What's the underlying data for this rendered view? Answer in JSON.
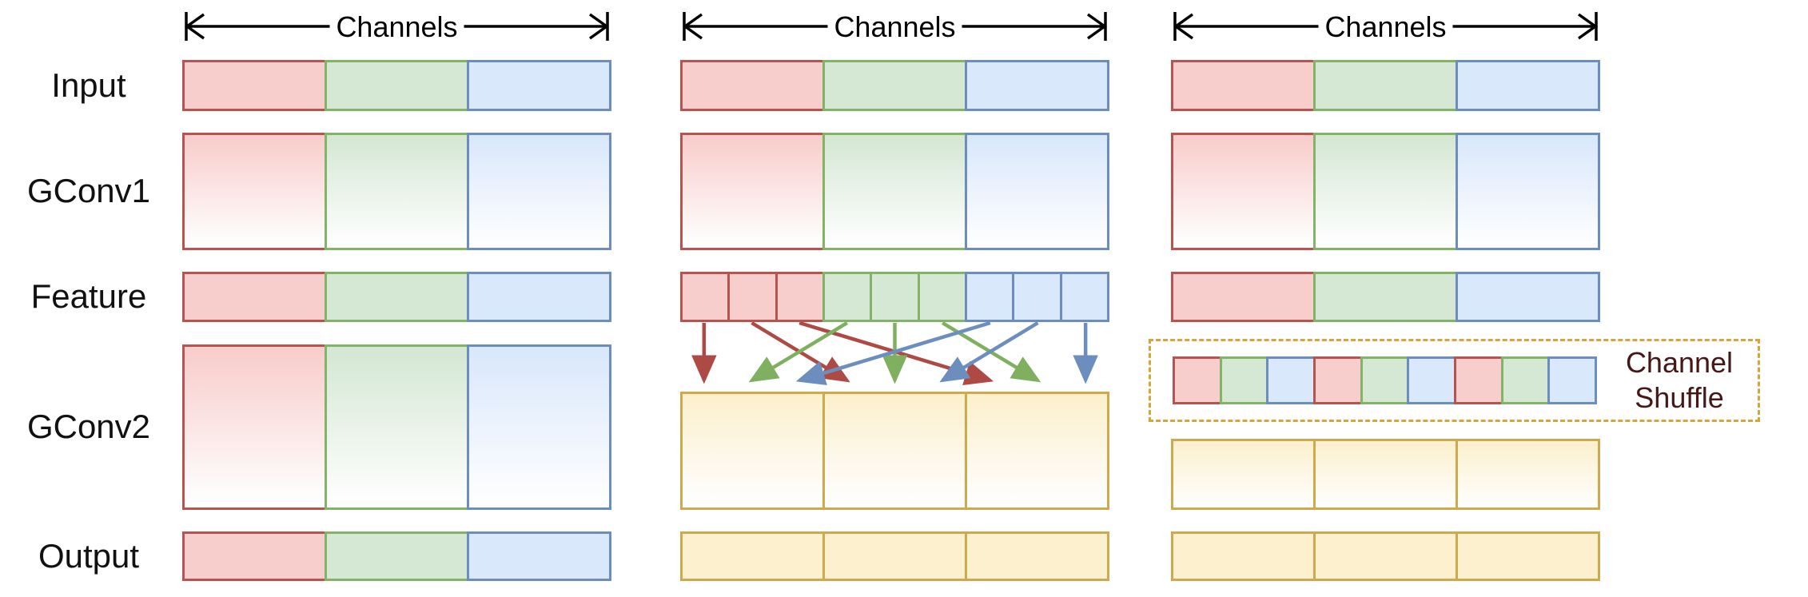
{
  "figure": {
    "row_labels": [
      {
        "label": "Input"
      },
      {
        "label": "GConv1"
      },
      {
        "label": "Feature"
      },
      {
        "label": "GConv2"
      },
      {
        "label": "Output"
      }
    ],
    "channel_shuffle": {
      "line1": "Channel",
      "line2": "Shuffle"
    }
  },
  "panels": [
    {
      "id": "panel-grouped-conv",
      "channels_label": "Channels",
      "rows": {
        "input": [
          "red",
          "green",
          "blue"
        ],
        "gconv1": [
          "red",
          "green",
          "blue"
        ],
        "feature": [
          "red",
          "green",
          "blue"
        ],
        "gconv2": [
          "red",
          "green",
          "blue"
        ],
        "output": [
          "red",
          "green",
          "blue"
        ]
      }
    },
    {
      "id": "panel-shuffle-arrows",
      "channels_label": "Channels",
      "rows": {
        "input": [
          "red",
          "green",
          "blue"
        ],
        "gconv1": [
          "red",
          "green",
          "blue"
        ],
        "feature": [
          "red",
          "red",
          "red",
          "green",
          "green",
          "green",
          "blue",
          "blue",
          "blue"
        ],
        "gconv2": [
          "yellow",
          "yellow",
          "yellow"
        ],
        "output": [
          "yellow",
          "yellow",
          "yellow"
        ]
      },
      "arrows": {
        "mapping": [
          0,
          3,
          6,
          1,
          4,
          7,
          2,
          5,
          8
        ],
        "source_groups": [
          "red",
          "red",
          "red",
          "green",
          "green",
          "green",
          "blue",
          "blue",
          "blue"
        ]
      }
    },
    {
      "id": "panel-channel-shuffle",
      "channels_label": "Channels",
      "rows": {
        "input": [
          "red",
          "green",
          "blue"
        ],
        "gconv1": [
          "red",
          "green",
          "blue"
        ],
        "feature": [
          "red",
          "green",
          "blue"
        ],
        "shuffled": [
          "red",
          "green",
          "blue",
          "red",
          "green",
          "blue",
          "red",
          "green",
          "blue"
        ],
        "gconv2": [
          "yellow",
          "yellow",
          "yellow"
        ],
        "output": [
          "yellow",
          "yellow",
          "yellow"
        ]
      }
    }
  ],
  "colors": {
    "red_fill": "#F8CECC",
    "red_stroke": "#B85450",
    "green_fill": "#D5E8D4",
    "green_stroke": "#82B366",
    "blue_fill": "#DAE8FC",
    "blue_stroke": "#6C8EBF",
    "yellow_fill": "#FCF0CE",
    "yellow_stroke": "#CFA94E",
    "arrow_red": "#AE4A44",
    "arrow_green": "#7FB05F",
    "arrow_blue": "#6C8EBF",
    "channels_arrow": "#000000",
    "shuffle_box_stroke": "#D9A43C",
    "shuffle_label_color": "#451717"
  }
}
